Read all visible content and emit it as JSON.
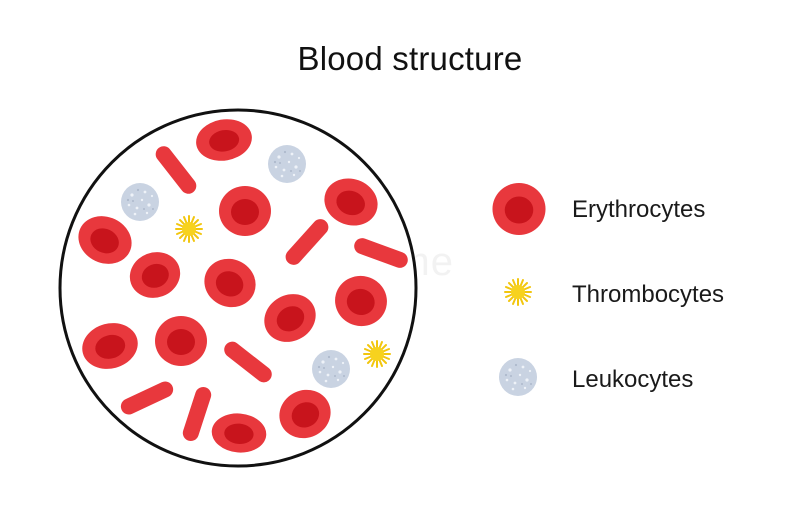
{
  "title": "Blood structure",
  "watermark": "dreamstime",
  "colors": {
    "erythrocyte_outer": "#e8383d",
    "erythrocyte_inner": "#c8141c",
    "thrombocyte": "#f7d21e",
    "leukocyte": "#c9d3e2",
    "outline": "#111111"
  },
  "legend": [
    {
      "label": "Erythrocytes",
      "icon": "erythrocyte-icon"
    },
    {
      "label": "Thrombocytes",
      "icon": "thrombocyte-icon"
    },
    {
      "label": "Leukocytes",
      "icon": "leukocyte-icon"
    }
  ]
}
